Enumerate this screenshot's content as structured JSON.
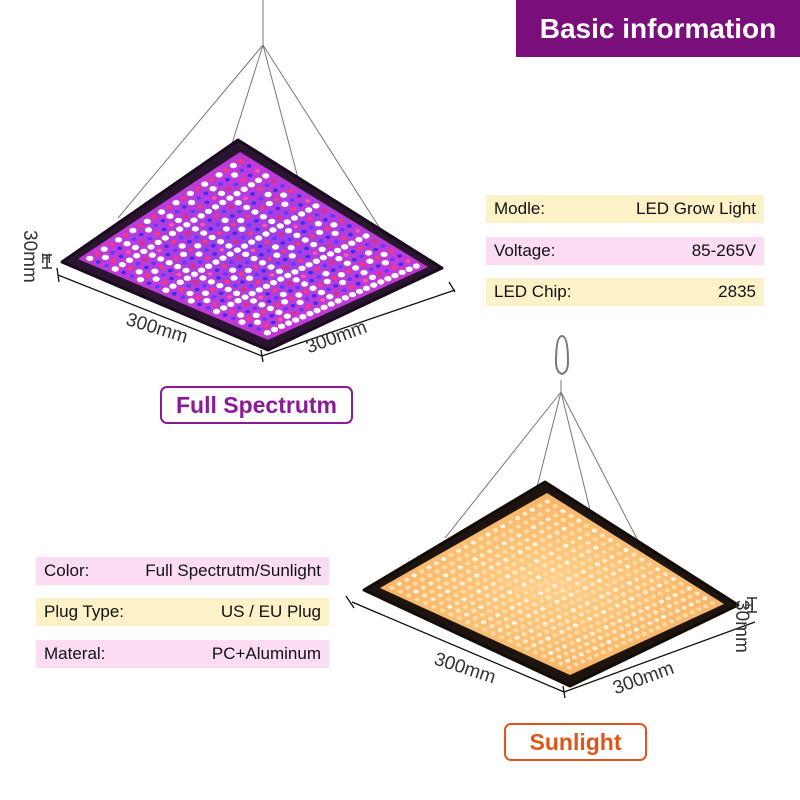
{
  "header": {
    "title": "Basic information"
  },
  "specs_top": [
    {
      "label": "Modle:",
      "value": "LED Grow Light",
      "bg": "#fdf1c7"
    },
    {
      "label": "Voltage:",
      "value": "85-265V",
      "bg": "#fbdcf3"
    },
    {
      "label": "LED Chip:",
      "value": "2835",
      "bg": "#fdf1c7"
    }
  ],
  "specs_bottom": [
    {
      "label": "Color:",
      "value": "Full Spectrutm/Sunlight",
      "bg": "#fbdcf3"
    },
    {
      "label": "Plug Type:",
      "value": "US / EU Plug",
      "bg": "#fdf1c7"
    },
    {
      "label": "Materal:",
      "value": "PC+Aluminum",
      "bg": "#fbdcf3"
    }
  ],
  "panels": {
    "full_spectrum": {
      "label": "Full Spectrutm",
      "color": "#8a1a96",
      "dim_height": "30mm",
      "dim_width": "300mm",
      "dim_depth": "300mm"
    },
    "sunlight": {
      "label": "Sunlight",
      "color": "#e0561a",
      "dim_height": "30mm",
      "dim_width": "300mm",
      "dim_depth": "300mm"
    }
  }
}
